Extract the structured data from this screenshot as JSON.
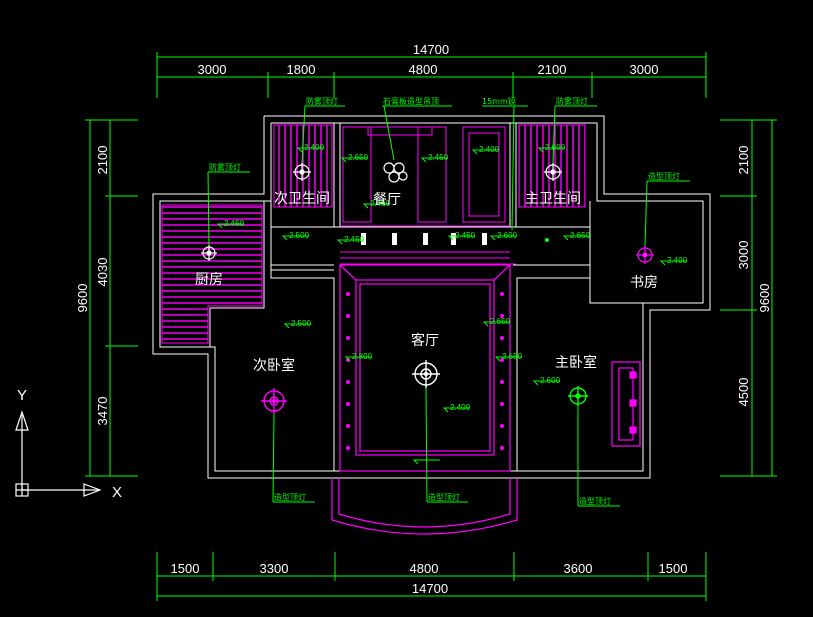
{
  "dims": {
    "top_total": "14700",
    "top_segments": [
      "3000",
      "1800",
      "4800",
      "2100",
      "3000"
    ],
    "bottom_total": "14700",
    "bottom_segments": [
      "1500",
      "3300",
      "4800",
      "3600",
      "1500"
    ],
    "left_total": "9600",
    "left_segments": [
      "2100",
      "4030",
      "3470"
    ],
    "right_total": "9600",
    "right_segments": [
      "2100",
      "3000",
      "4500"
    ]
  },
  "rooms": {
    "second_bath": "次卫生间",
    "dining": "餐厅",
    "master_bath": "主卫生间",
    "kitchen": "厨房",
    "study": "书房",
    "living": "客厅",
    "second_bedroom": "次卧室",
    "master_bedroom": "主卧室"
  },
  "notes": {
    "fog_lamp_1": "防雾顶灯",
    "gypsum_ceiling": "石膏板造型吊顶",
    "mirror_15mm": "15mm镜",
    "fog_lamp_2": "防雾顶灯",
    "fog_lamp_kitchen": "防雾顶灯",
    "shaped_lamp_study": "造型顶灯",
    "shaped_lamp_left": "造型顶灯",
    "shaped_lamp_center": "造型顶灯",
    "shaped_lamp_right": "造型顶灯"
  },
  "levels": {
    "l1": "2.400",
    "l2": "2.650",
    "l3": "2.450",
    "l4": "2.450",
    "l5": "2.400",
    "l6": "2.600",
    "l7": "2.450",
    "l8": "2.500",
    "l9": "2.450",
    "l10": "2.450",
    "l11": "2.600",
    "l12": "2.650",
    "l13": "2.400",
    "l14": "2.500",
    "l15": "2.800",
    "l16": "2.650",
    "l17": "2.650",
    "l18": "2.600",
    "l19": "2.400"
  },
  "axis": {
    "y": "Y",
    "x": "X"
  },
  "colors": {
    "wall": "#ffffff",
    "ceiling": "#ff00ff",
    "annotation": "#00ff00",
    "text": "#ffffff"
  }
}
